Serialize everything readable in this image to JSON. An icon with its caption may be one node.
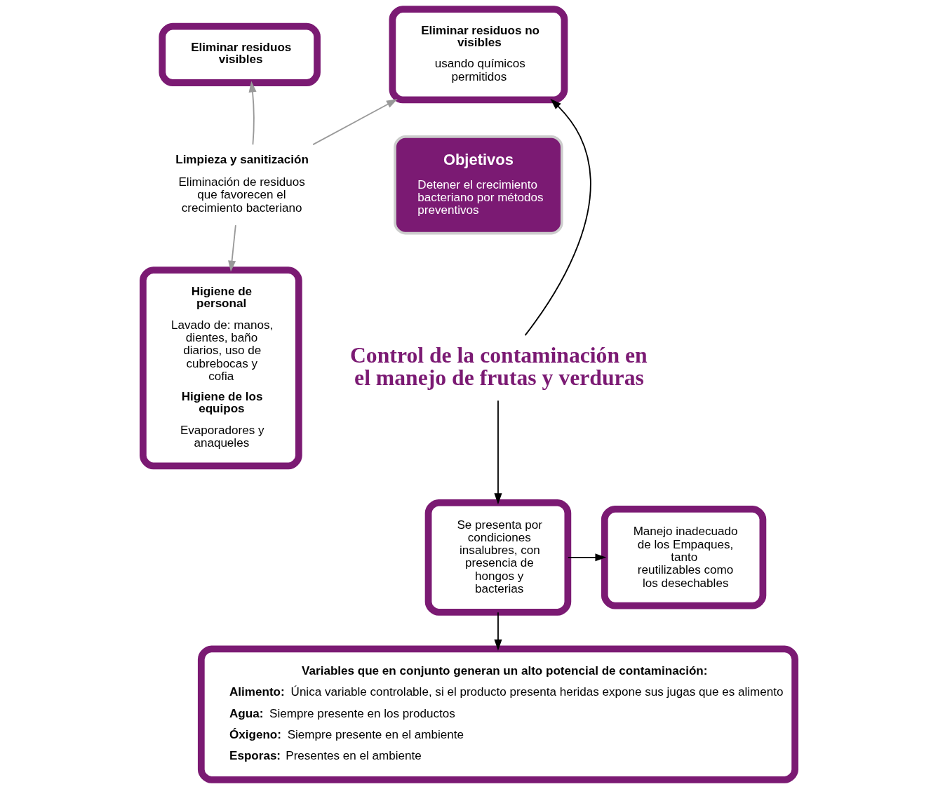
{
  "diagram": {
    "nodes": [
      {
        "text": [
          "Eliminar residuos visibles"
        ]
      },
      {
        "text": [
          "Eliminar residuos no visibles",
          "usando químicos permitidos"
        ]
      },
      {
        "text": [
          "Limpieza y sanitización",
          "Eliminación de residuos que favorecen el crecimiento bacteriano"
        ]
      },
      {
        "text": [
          "Objetivos",
          "Detener el crecimiento bacteriano por métodos preventivos"
        ]
      },
      {
        "text": [
          "Higiene de personal",
          "Lavado de: manos, dientes, baño diarios, uso de cubrebocas y cofia",
          "Higiene de los equipos",
          "Evaporadores y anaqueles"
        ]
      },
      {
        "text": [
          "Control de la contaminación en el manejo de frutas y verduras"
        ]
      },
      {
        "text": [
          "Manejo inadecuado de los Empaques, tanto reutilizables como los desechables"
        ]
      },
      {
        "text": [
          "Se presenta por condiciones insalubres, con presencia de hongos y bacterias"
        ]
      },
      {
        "text": [
          "Variables que en conjunto generan un alto potencial de contaminación:",
          "**Alimento:** Única variable controlable, si el producto presenta heridas expone sus jugas que es alimento",
          "**Agua:** Siempre presente en los productos",
          "**Óxigeno:** Siempre presente en el ambiente",
          "**Esporas:** Presentes en el ambiente"
        ]
      }
    ],
    "edges": [
      {
        "from": 2,
        "to": 0,
        "arrow": "to",
        "color": "#999999"
      },
      {
        "from": 2,
        "to": 1,
        "arrow": "to",
        "color": "#999999"
      },
      {
        "from": 2,
        "to": 4,
        "arrow": "to",
        "color": "#999999"
      },
      {
        "from": 5,
        "to": 1,
        "arrow": "to"
      },
      {
        "from": 5,
        "to": 7,
        "arrow": "to"
      },
      {
        "from": 7,
        "to": 6,
        "arrow": "to"
      },
      {
        "from": 7,
        "to": 8,
        "arrow": "to"
      }
    ]
  }
}
